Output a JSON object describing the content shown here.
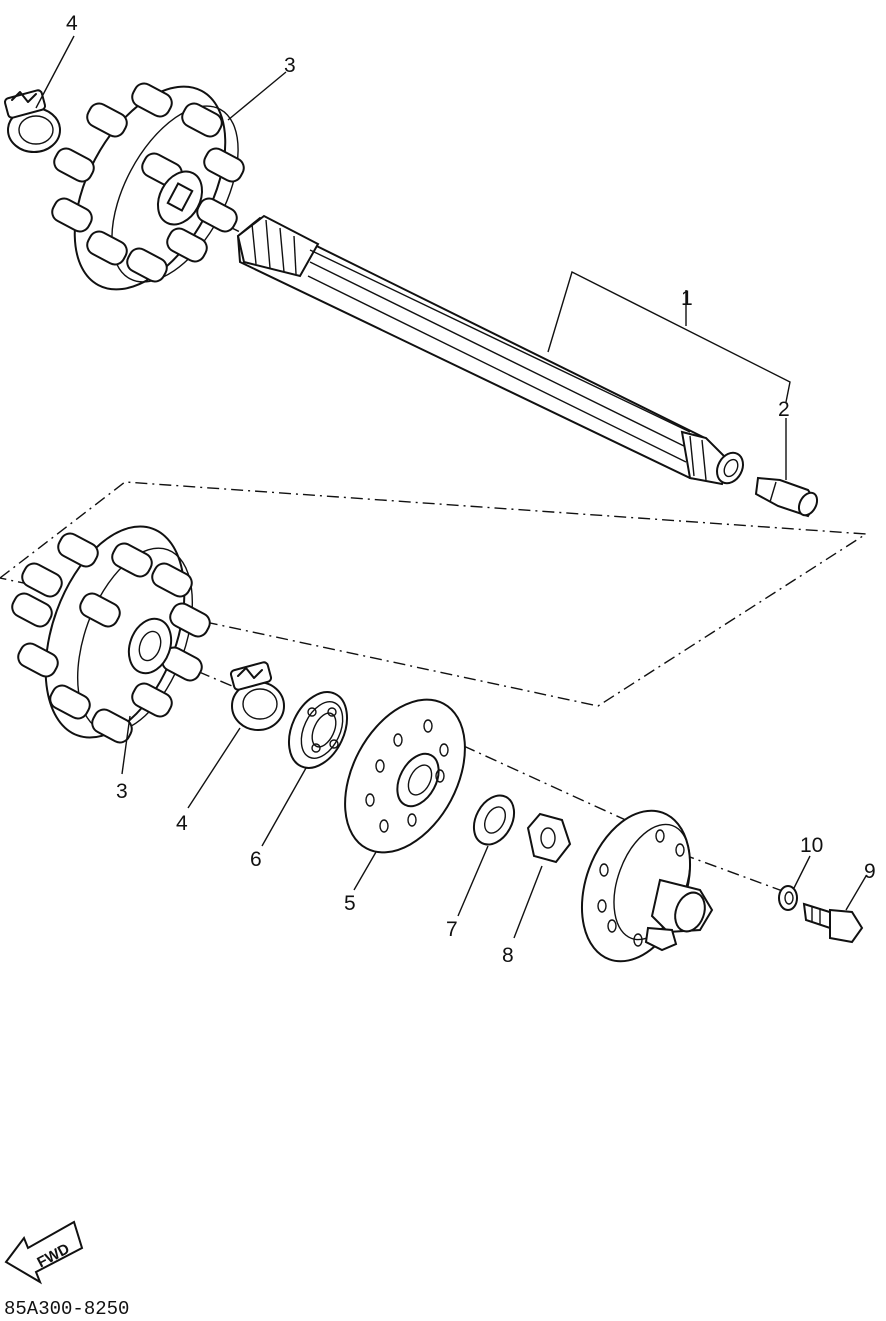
{
  "callouts": [
    {
      "id": "c1",
      "label": "1"
    },
    {
      "id": "c2",
      "label": "2"
    },
    {
      "id": "c3a",
      "label": "3"
    },
    {
      "id": "c4a",
      "label": "4"
    },
    {
      "id": "c3b",
      "label": "3"
    },
    {
      "id": "c4b",
      "label": "4"
    },
    {
      "id": "c6",
      "label": "6"
    },
    {
      "id": "c5",
      "label": "5"
    },
    {
      "id": "c7",
      "label": "7"
    },
    {
      "id": "c8",
      "label": "8"
    },
    {
      "id": "c10",
      "label": "10"
    },
    {
      "id": "c9",
      "label": "9"
    }
  ],
  "fwd_label": "FWD",
  "part_code": "85A300-8250"
}
